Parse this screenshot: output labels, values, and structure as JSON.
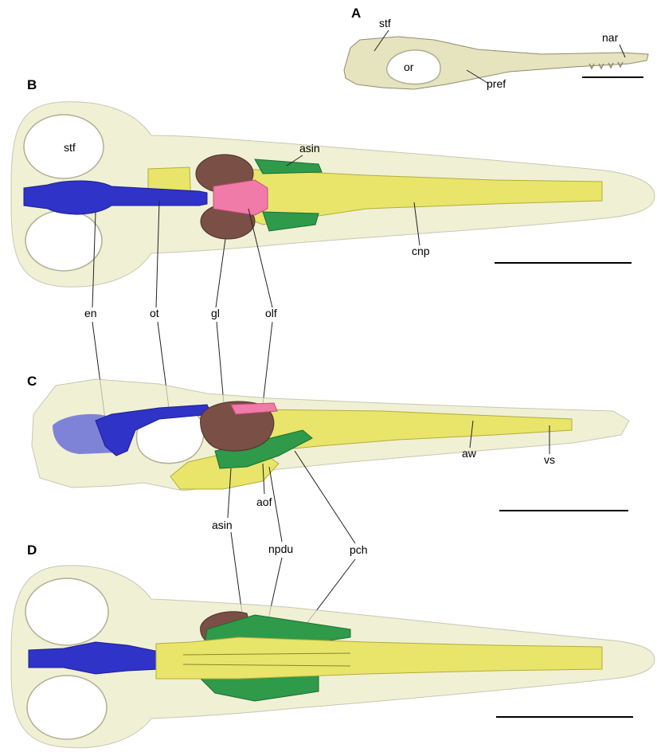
{
  "panels": {
    "a": {
      "letter": "A",
      "labels": {
        "stf": "stf",
        "or": "or",
        "pref": "pref",
        "nar": "nar"
      }
    },
    "b": {
      "letter": "B",
      "labels": {
        "stf": "stf",
        "asin": "asin",
        "cnp": "cnp"
      }
    },
    "c": {
      "letter": "C",
      "labels": {
        "aw": "aw",
        "vs": "vs",
        "aof": "aof"
      }
    },
    "d": {
      "letter": "D",
      "labels": {}
    }
  },
  "shared_labels": {
    "en": "en",
    "ot": "ot",
    "gl": "gl",
    "olf": "olf",
    "asin": "asin",
    "npdu": "npdu",
    "pch": "pch"
  },
  "colors": {
    "skull": "#ecebc8",
    "nasal_cavity": "#e8e56a",
    "endocast_blue": "#2f33c8",
    "olfactory_bulb_brown": "#7a4f45",
    "olfactory_tract_pink": "#f07aa8",
    "sinus_green": "#2e9a4a"
  }
}
